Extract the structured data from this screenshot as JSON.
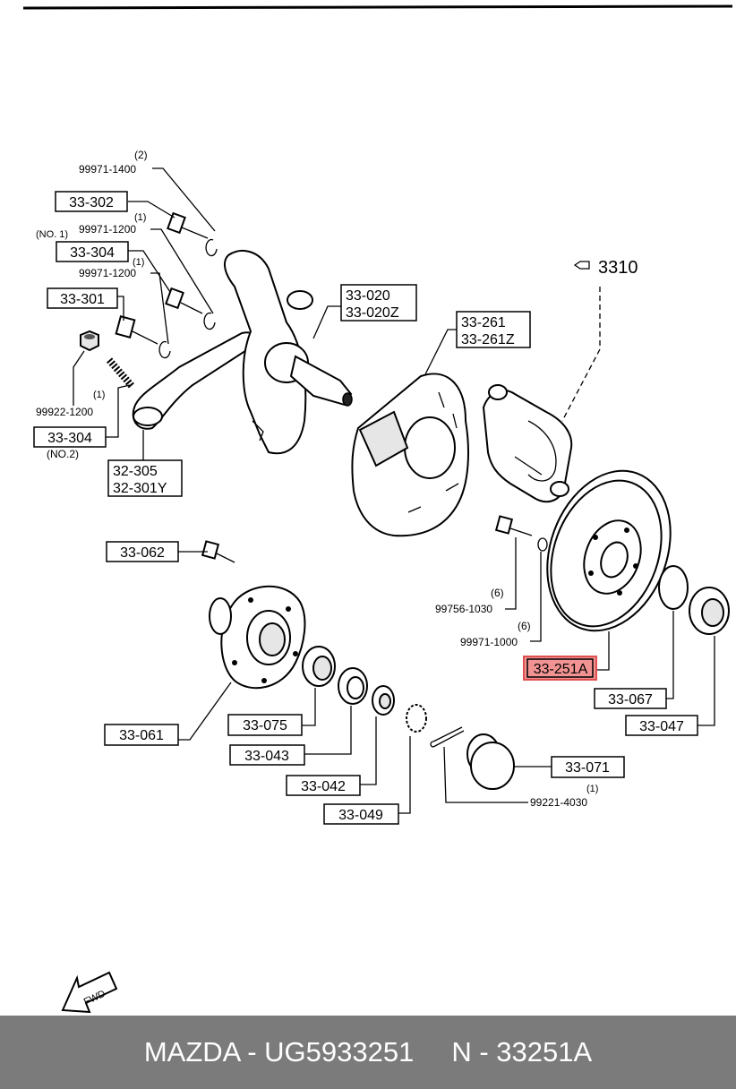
{
  "labels": {
    "l33302": "33-302",
    "l33304a": "33-304",
    "l33301": "33-301",
    "l33304b": "33-304",
    "l32305": "32-305",
    "l32301y": "32-301Y",
    "l33020": "33-020",
    "l33020z": "33-020Z",
    "l33261": "33-261",
    "l33261z": "33-261Z",
    "l3310": "3310",
    "l33062": "33-062",
    "l33251a": "33-251A",
    "l33067": "33-067",
    "l33047": "33-047",
    "l33071": "33-071",
    "l33061": "33-061",
    "l33075": "33-075",
    "l33043": "33-043",
    "l33042": "33-042",
    "l33049": "33-049"
  },
  "small_labels": {
    "qty2": "(2)",
    "p99971_1400": "99971-1400",
    "qty1a": "(1)",
    "no1": "(NO. 1)",
    "p99971_1200a": "99971-1200",
    "qty1b": "(1)",
    "p99971_1200b": "99971-1200",
    "qty1c": "(1)",
    "p99922_1200": "99922-1200",
    "no2": "(NO.2)",
    "qty6a": "(6)",
    "p99756_1030": "99756-1030",
    "qty6b": "(6)",
    "p99971_1000": "99971-1000",
    "qty1d": "(1)",
    "p99221_4030": "99221-4030",
    "fwd": "FWD"
  },
  "highlight_color": "#f08080",
  "footer": {
    "brand_part": "MAZDA - UG5933251",
    "number": "N - 33251A"
  }
}
